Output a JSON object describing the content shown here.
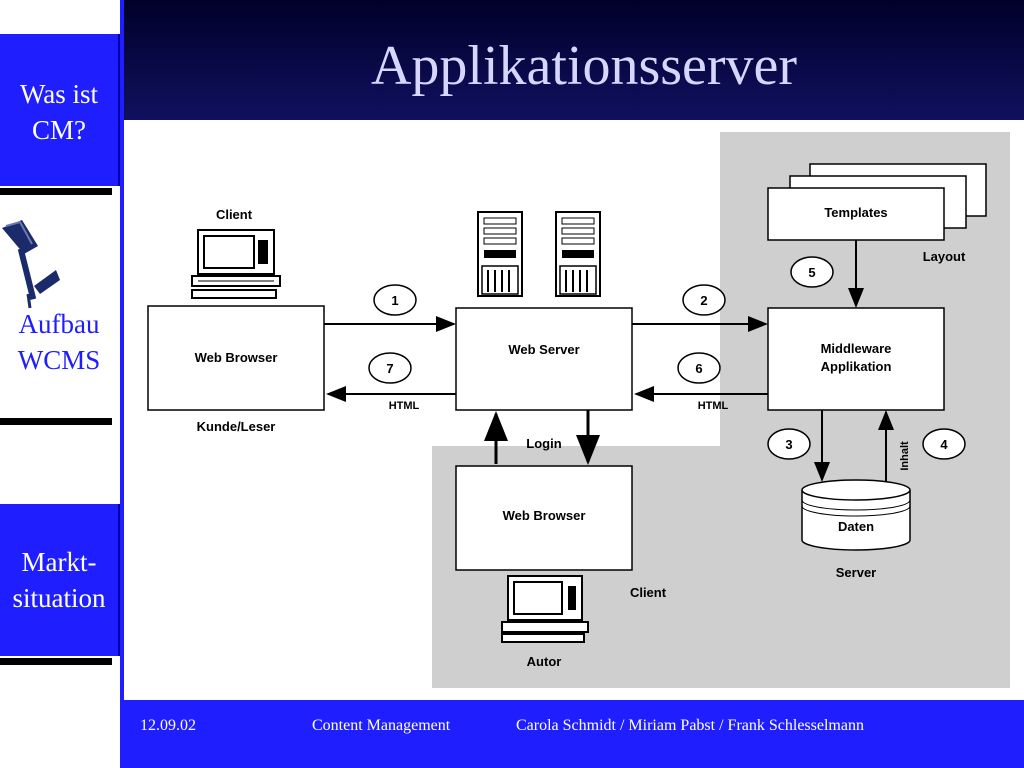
{
  "sidebar": {
    "items": [
      {
        "label_lines": [
          "Was ist",
          "CM?"
        ],
        "active": true
      },
      {
        "label_lines": [
          "Aufbau",
          "WCMS"
        ],
        "active": false
      },
      {
        "label_lines": [
          "Markt-",
          "situation"
        ],
        "active": true
      }
    ]
  },
  "header": {
    "title": "Applikationsserver"
  },
  "diagram": {
    "client_top_label": "Client",
    "web_browser_top": "Web Browser",
    "kunde_label": "Kunde/Leser",
    "web_server": "Web Server",
    "middleware_line1": "Middleware",
    "middleware_line2": "Applikation",
    "templates": "Templates",
    "layout_label": "Layout",
    "login_label": "Login",
    "web_browser_bottom": "Web Browser",
    "client_bottom_label": "Client",
    "autor_label": "Autor",
    "daten_label": "Daten",
    "server_label": "Server",
    "inhalt_label": "Inhalt",
    "html_left": "HTML",
    "html_right": "HTML",
    "step_1": "1",
    "step_2": "2",
    "step_3": "3",
    "step_4": "4",
    "step_5": "5",
    "step_6": "6",
    "step_7": "7"
  },
  "footer": {
    "date": "12.09.02",
    "topic": "Content Management",
    "authors": "Carola Schmidt / Miriam Pabst / Frank Schlesselmann"
  },
  "colors": {
    "accent": "#1e1eff",
    "title_text": "#d6d6ff",
    "gray_region": "#cfcfcf"
  }
}
